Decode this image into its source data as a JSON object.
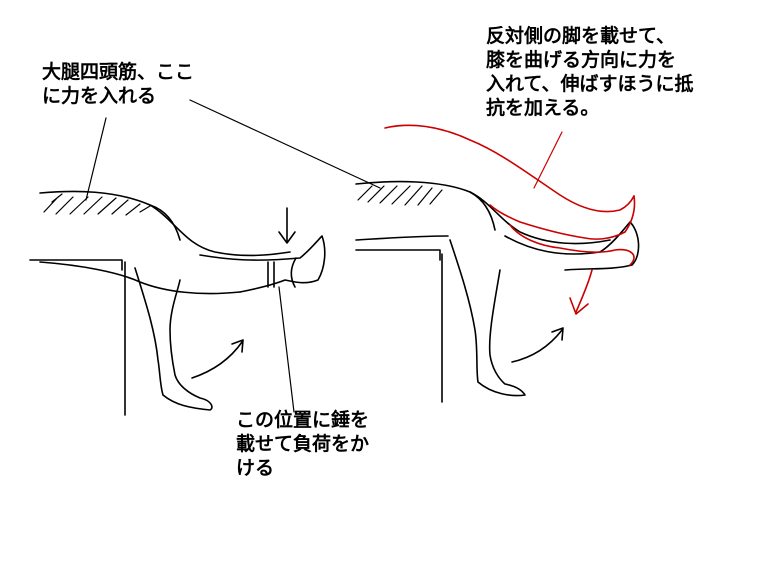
{
  "labels": {
    "quadriceps": "大腿四頭筋、ここ\nに力を入れる",
    "weight": "この位置に錘を\n載せて負荷をか\nける",
    "resistance": "反対側の脚を載せて、\n膝を曲げる方向に力を\n入れて、伸ばすほうに抵\n抗を加える。"
  },
  "colors": {
    "ink": "#000000",
    "resist": "#cc0000",
    "background": "#ffffff"
  }
}
